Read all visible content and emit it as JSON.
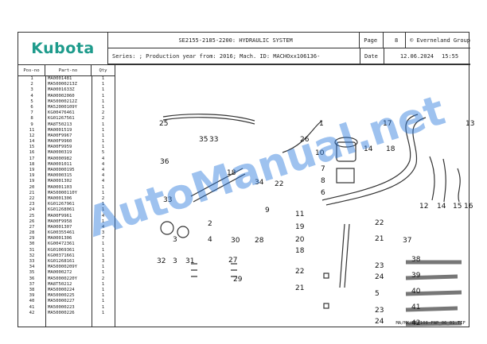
{
  "header": {
    "logo": "Kubota",
    "title": "SE2155-2185-2200: HYDRAULIC SYSTEM",
    "page_label": "Page",
    "page_number": "8",
    "owner": "© Everneland Group",
    "series": "Series: ; Production year from: 2016; Mach. ID: MACHOxx106136-",
    "date_label": "Date",
    "date": "12.06.2024",
    "time": "15:55"
  },
  "parts_table": {
    "headers": [
      "Pos-no",
      "Part-no",
      "Qty"
    ],
    "rows": [
      [
        "1",
        "MA0001481",
        "1"
      ],
      [
        "2",
        "MA50000213Z",
        "1"
      ],
      [
        "3",
        "MA0001633Z",
        "1"
      ],
      [
        "4",
        "MA00002060",
        "1"
      ],
      [
        "5",
        "MA50000212Z",
        "1"
      ],
      [
        "6",
        "MA52000109Y",
        "1"
      ],
      [
        "7",
        "KG00476461",
        "2"
      ],
      [
        "8",
        "KG01267561",
        "2"
      ],
      [
        "9",
        "MA8T50213",
        "1"
      ],
      [
        "11",
        "MA0001519",
        "1"
      ],
      [
        "12",
        "MA00F9967",
        "1"
      ],
      [
        "14",
        "MA00F9960",
        "1"
      ],
      [
        "15",
        "MA00F9959",
        "1"
      ],
      [
        "16",
        "MA0000319",
        "5"
      ],
      [
        "17",
        "MA0000982",
        "4"
      ],
      [
        "18",
        "MA0001011",
        "4"
      ],
      [
        "19",
        "MA00000195",
        "4"
      ],
      [
        "19",
        "MA0000315",
        "4"
      ],
      [
        "19",
        "MA0001302",
        "4"
      ],
      [
        "20",
        "MA0001103",
        "1"
      ],
      [
        "21",
        "MA50000110Y",
        "1"
      ],
      [
        "22",
        "MA0001306",
        "2"
      ],
      [
        "23",
        "KG01267961",
        "1"
      ],
      [
        "24",
        "KG01268061",
        "1"
      ],
      [
        "25",
        "MA00F9961",
        "4"
      ],
      [
        "26",
        "MA00F9958",
        "1"
      ],
      [
        "27",
        "MA0001307",
        "4"
      ],
      [
        "28",
        "KG00355461",
        "3"
      ],
      [
        "29",
        "MA0001306",
        "7"
      ],
      [
        "30",
        "KG00472361",
        "1"
      ],
      [
        "31",
        "KG01069361",
        "1"
      ],
      [
        "32",
        "KG00371661",
        "1"
      ],
      [
        "33",
        "KG01268161",
        "3"
      ],
      [
        "34",
        "MA50000209Y",
        "1"
      ],
      [
        "35",
        "MA0000272",
        "1"
      ],
      [
        "36",
        "MA50000220Y",
        "2"
      ],
      [
        "37",
        "MA8T50212",
        "1"
      ],
      [
        "38",
        "MA50000224",
        "1"
      ],
      [
        "39",
        "MA50000225",
        "1"
      ],
      [
        "40",
        "MA50000227",
        "1"
      ],
      [
        "41",
        "MA50000223",
        "1"
      ],
      [
        "42",
        "MA50000226",
        "1"
      ]
    ]
  },
  "diagram": {
    "callouts": [
      "25",
      "35",
      "33",
      "26",
      "1",
      "17",
      "13",
      "36",
      "18",
      "34",
      "22",
      "10",
      "7",
      "8",
      "6",
      "14",
      "18",
      "12",
      "14",
      "15",
      "16",
      "33",
      "3",
      "2",
      "4",
      "9",
      "11",
      "19",
      "20",
      "18",
      "22",
      "21",
      "37",
      "32",
      "3",
      "31",
      "30",
      "28",
      "27",
      "29",
      "22",
      "23",
      "24",
      "21",
      "5",
      "38",
      "39",
      "40",
      "41",
      "42",
      "23",
      "24"
    ]
  },
  "footer": {
    "reference": "MA/MK/MES108-FNP_06_01.TIF"
  },
  "watermark": "AutoManual.net",
  "colors": {
    "logo": "#1e9b8c",
    "watermark": "#2878dc"
  }
}
